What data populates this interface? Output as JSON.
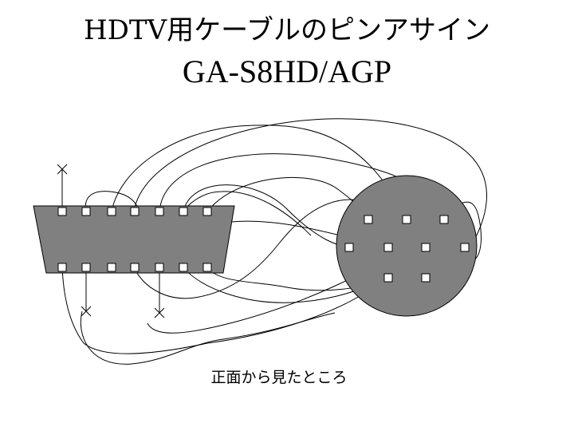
{
  "title": {
    "line1": "HDTV用ケーブルのピンアサイン",
    "line2": "GA-S8HD/AGP"
  },
  "caption": "正面から見たところ",
  "colors": {
    "connector_fill": "#808080",
    "pin_fill": "#ffffff",
    "line": "#000000",
    "background": "#ffffff"
  }
}
